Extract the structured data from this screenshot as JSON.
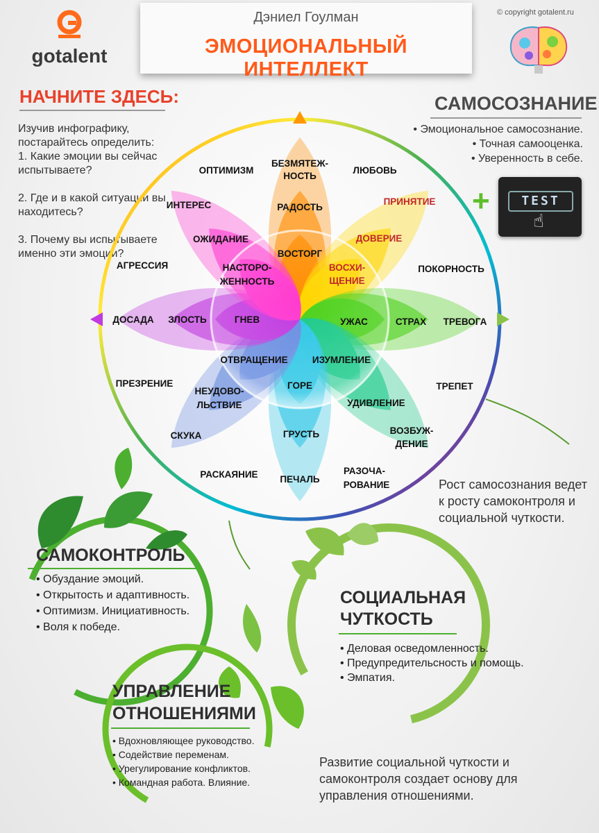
{
  "header": {
    "logo_text": "gotalent",
    "author": "Дэниел Гоулман",
    "title": "ЭМОЦИОНАЛЬНЫЙ ИНТЕЛЛЕКТ",
    "copyright": "© copyright gotalent.ru"
  },
  "start": {
    "title": "НАЧНИТЕ ЗДЕСЬ:",
    "intro": "Изучив инфографику, постарайтесь определить:",
    "q1": "1. Какие эмоции вы сейчас испытываете?",
    "q2": "2. Где и в какой ситуации вы находитесь?",
    "q3": "3. Почему вы испытываете именно эти эмоции?"
  },
  "self_awareness": {
    "title": "САМОСОЗНАНИЕ",
    "items": [
      "Эмоциональное самосознание.",
      "Точная самооценка.",
      "Уверенность в себе."
    ]
  },
  "test_button": {
    "label": "TEST",
    "icon": "pointer-hand-icon"
  },
  "wheel": {
    "outer": [
      "ОПТИМИЗМ",
      "ЛЮБОВЬ",
      "ПОКОРНОСТЬ",
      "ТРЕПЕТ",
      "РАЗОЧА-",
      "РОВАНИЕ",
      "РАСКАЯНИЕ",
      "ПРЕЗРЕНИЕ",
      "АГРЕССИЯ"
    ],
    "petals_outer": [
      "БЕЗМЯТЕЖ-",
      "НОСТЬ",
      "ПРИНЯТИЕ",
      "ТРЕВОГА",
      "ВОЗБУЖ-",
      "ДЕНИЕ",
      "ПЕЧАЛЬ",
      "СКУКА",
      "ДОСАДА",
      "ИНТЕРЕС"
    ],
    "petals_mid": [
      "РАДОСТЬ",
      "ДОВЕРИЕ",
      "СТРАХ",
      "УДИВЛЕНИЕ",
      "ГРУСТЬ",
      "НЕУДОВО-",
      "ЛЬСТВИЕ",
      "ЗЛОСТЬ",
      "ОЖИДАНИЕ"
    ],
    "petals_inner": [
      "ВОСТОРГ",
      "ВОСХИ-",
      "ЩЕНИЕ",
      "УЖАС",
      "ИЗУМЛЕНИЕ",
      "ГОРЕ",
      "ОТВРАЩЕНИЕ",
      "ГНЕВ",
      "НАСТОРО-",
      "ЖЕННОСТЬ"
    ],
    "colors": [
      "#ff8c00",
      "#ffd600",
      "#4cd11b",
      "#1bc98a",
      "#2ec7e6",
      "#6a8de0",
      "#c23be0",
      "#ff3ad1"
    ]
  },
  "growth_note": "Рост самосознания ведет к росту самоконтроля и социальной чуткости.",
  "self_control": {
    "title": "САМОКОНТРОЛЬ",
    "items": [
      "Обуздание эмоций.",
      "Открытость и адаптивность.",
      "Оптимизм. Инициативность.",
      "Воля к победе."
    ]
  },
  "social": {
    "title_1": "СОЦИАЛЬНАЯ",
    "title_2": "ЧУТКОСТЬ",
    "items": [
      "Деловая осведомленность.",
      "Предупредительсность и помощь.",
      "Эмпатия."
    ]
  },
  "relations": {
    "title_1": "УПРАВЛЕНИЕ",
    "title_2": "ОТНОШЕНИЯМИ",
    "items": [
      "Вдохновляющее руководство.",
      "Содействие переменам.",
      "Урегулирование конфликтов.",
      "Командная работа. Влияние."
    ]
  },
  "development_note": "Развитие социальной чуткости и самоконтроля создает основу для управления отношениями."
}
